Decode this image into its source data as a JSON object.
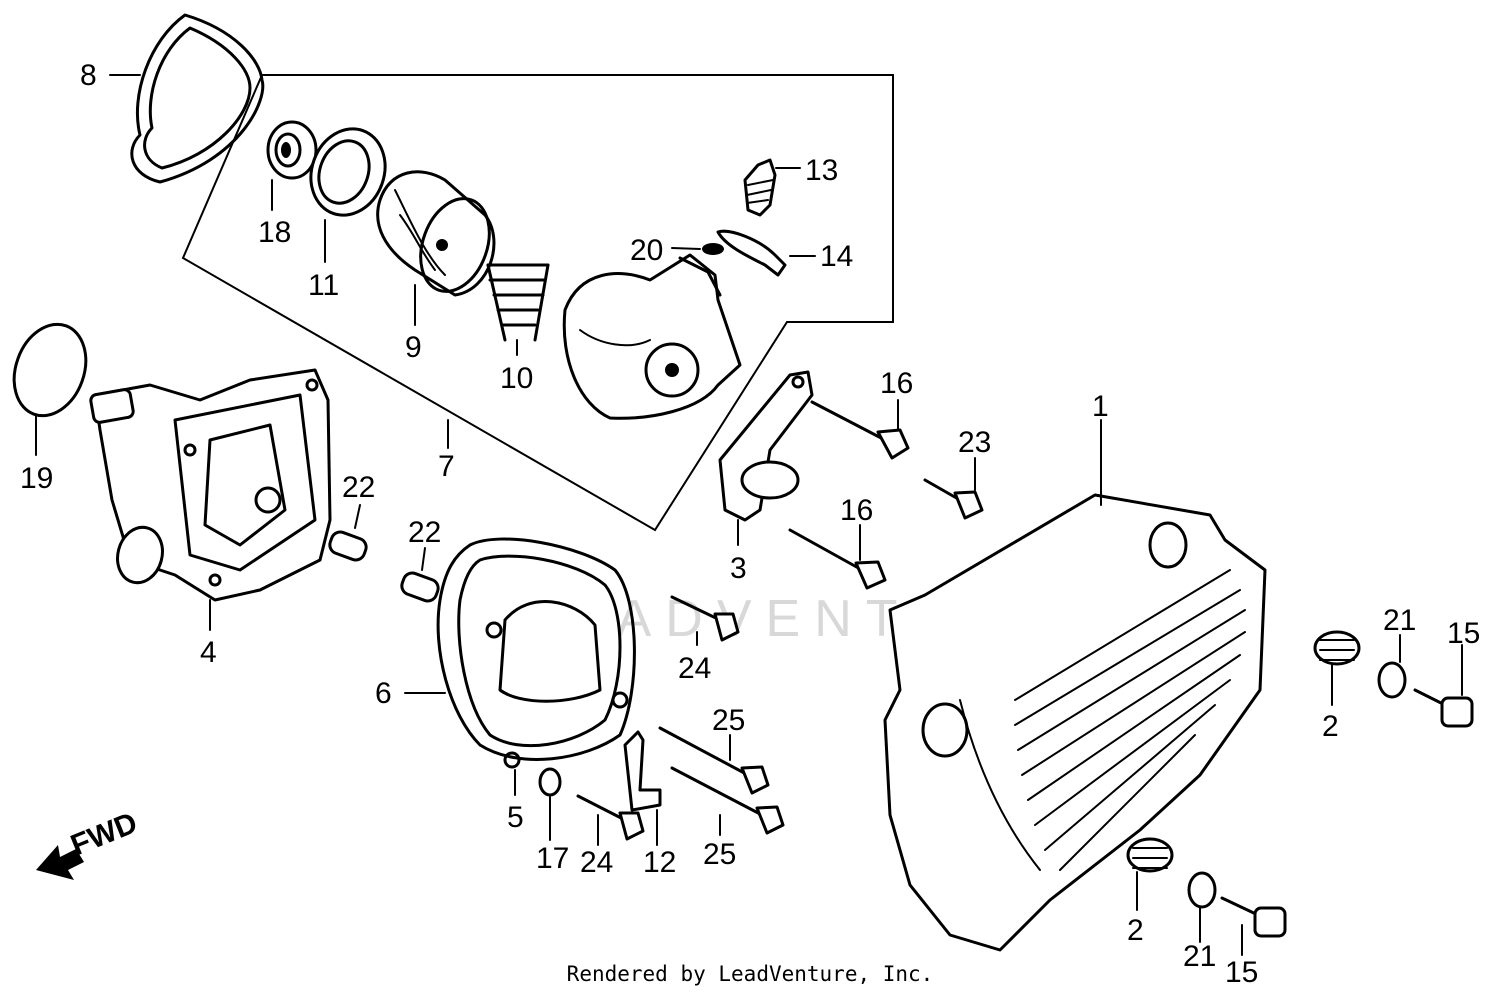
{
  "watermark": "LEADVENTURE",
  "direction_label": "FWD",
  "footer_text": "Rendered by LeadVenture, Inc.",
  "callouts": {
    "c1": "1",
    "c2a": "2",
    "c2b": "2",
    "c3": "3",
    "c4": "4",
    "c5": "5",
    "c6": "6",
    "c7": "7",
    "c8": "8",
    "c9": "9",
    "c10": "10",
    "c11": "11",
    "c12": "12",
    "c13": "13",
    "c14": "14",
    "c15a": "15",
    "c15b": "15",
    "c16a": "16",
    "c16b": "16",
    "c17": "17",
    "c18": "18",
    "c19": "19",
    "c20": "20",
    "c21a": "21",
    "c21b": "21",
    "c22a": "22",
    "c22b": "22",
    "c23": "23",
    "c24a": "24",
    "c24b": "24",
    "c25a": "25",
    "c25b": "25"
  }
}
